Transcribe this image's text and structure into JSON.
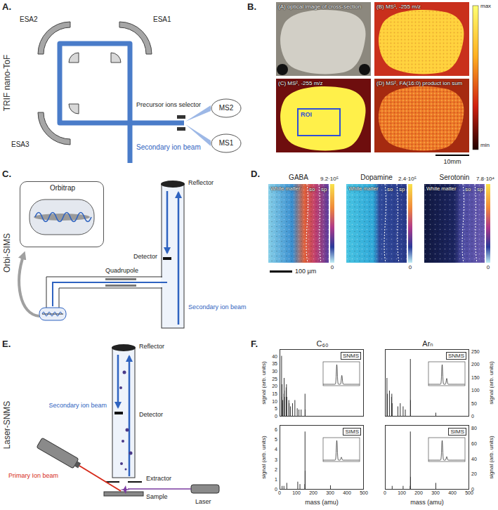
{
  "diagram": {
    "nodes": [
      {
        "text": [
          "MS2"
        ]
      },
      {
        "text": [
          "MS1"
        ]
      },
      {
        "text": [
          "(A) optical image of cross-section"
        ]
      },
      {
        "text": [
          "(B) MS¹, -255 m/z"
        ]
      },
      {
        "text": [
          "(C) MS², -255 m/z"
        ]
      },
      {
        "text": [
          "ROI"
        ],
        "in": 4
      },
      {
        "text": [
          "(D) MS², FA(16:0) product ion sum"
        ]
      },
      {
        "text": [
          "Orbitrap"
        ]
      },
      {
        "text": [
          "GABA",
          "White matter",
          "so",
          "sp"
        ]
      },
      {
        "text": [
          "Dopamine",
          "White matter",
          "so",
          "sp"
        ]
      },
      {
        "text": [
          "Serotonin",
          "White matter",
          "so",
          "sp"
        ]
      },
      {
        "text": [
          "C₆₀",
          "SNMS"
        ]
      },
      {
        "text": [
          "SIMS"
        ]
      },
      {
        "text": [
          "Arₙ",
          "SNMS"
        ]
      },
      {
        "text": [
          "SIMS"
        ]
      }
    ],
    "labels": [
      "A.",
      "TRIF nano-ToF",
      "ESA2",
      "ESA1",
      "ESA3",
      "Precursor ions selector",
      "Secondary ion beam",
      "B.",
      "max",
      "min",
      "10mm",
      "C.",
      "Orbi-SIMS",
      "Reflector",
      "Quadrupole",
      "Detector",
      "Secondary ion beam",
      "D.",
      "9.2·10⁵",
      "0",
      "2.4·10⁵",
      "0",
      "7.8·10⁴",
      "0",
      "100 µm",
      "E.",
      "Laser-SNMS",
      "Reflector",
      "Detector",
      "Secondary ion beam",
      "Primary Ion beam",
      "Extractor",
      "Laser",
      "Sample",
      "F.",
      "mass (amu)",
      "mass (amu)",
      "signal (arb. units)",
      "signal (arb. units)",
      "signal (arb. units)",
      "signal (arb. units)",
      "0",
      "5",
      "10",
      "15",
      "20",
      "25",
      "30",
      "35",
      "40",
      "0",
      "1",
      "2",
      "3",
      "4",
      "5",
      "6",
      "0",
      "50",
      "100",
      "150",
      "200",
      "250",
      "0",
      "20",
      "40",
      "60",
      "80",
      "0",
      "100",
      "200",
      "300",
      "400",
      "500",
      "0",
      "100",
      "200",
      "300",
      "400",
      "500"
    ]
  }
}
